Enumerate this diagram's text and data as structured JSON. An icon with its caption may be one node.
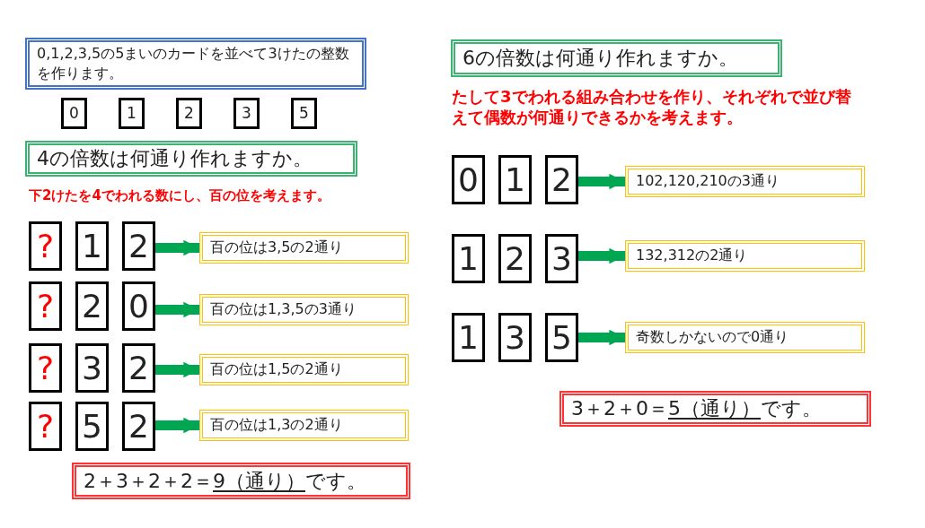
{
  "diagram": {
    "nodes": [
      {
        "text": [
          "0,1,2,3,5の5まいのカードを並べて3けたの整数を作ります。"
        ]
      },
      {
        "text": [
          "0"
        ]
      },
      {
        "text": [
          "1"
        ]
      },
      {
        "text": [
          "2"
        ]
      },
      {
        "text": [
          "3"
        ]
      },
      {
        "text": [
          "5"
        ]
      },
      {
        "text": [
          "4の倍数は何通り作れますか。"
        ]
      },
      {
        "text": [
          "?"
        ]
      },
      {
        "text": [
          "1"
        ]
      },
      {
        "text": [
          "2"
        ]
      },
      {
        "text": [
          "百の位は3,5の2通り"
        ]
      },
      {
        "text": [
          "?"
        ]
      },
      {
        "text": [
          "2"
        ]
      },
      {
        "text": [
          "0"
        ]
      },
      {
        "text": [
          "百の位は1,3,5の3通り"
        ]
      },
      {
        "text": [
          "?"
        ]
      },
      {
        "text": [
          "3"
        ]
      },
      {
        "text": [
          "2"
        ]
      },
      {
        "text": [
          "百の位は1,5の2通り"
        ]
      },
      {
        "text": [
          "?"
        ]
      },
      {
        "text": [
          "5"
        ]
      },
      {
        "text": [
          "2"
        ]
      },
      {
        "text": [
          "百の位は1,3の2通り"
        ]
      },
      {
        "text": [
          "2＋3＋2＋2＝9（通り）です。"
        ]
      },
      {
        "text": [
          "6の倍数は何通り作れますか。"
        ]
      },
      {
        "text": [
          "0"
        ]
      },
      {
        "text": [
          "1"
        ]
      },
      {
        "text": [
          "2"
        ]
      },
      {
        "text": [
          "102,120,210の3通り"
        ]
      },
      {
        "text": [
          "1"
        ]
      },
      {
        "text": [
          "2"
        ]
      },
      {
        "text": [
          "3"
        ]
      },
      {
        "text": [
          "132,312の2通り"
        ]
      },
      {
        "text": [
          "1"
        ]
      },
      {
        "text": [
          "3"
        ]
      },
      {
        "text": [
          "5"
        ]
      },
      {
        "text": [
          "奇数しかないので0通り"
        ]
      },
      {
        "text": [
          "3＋2＋0＝5（通り）です。"
        ]
      }
    ],
    "edges": [
      {
        "from": 9,
        "to": 10,
        "arrow": "to"
      },
      {
        "from": 13,
        "to": 14,
        "arrow": "to"
      },
      {
        "from": 17,
        "to": 18,
        "arrow": "to"
      },
      {
        "from": 21,
        "to": 22,
        "arrow": "to"
      },
      {
        "from": 27,
        "to": 28,
        "arrow": "to"
      },
      {
        "from": 31,
        "to": 32,
        "arrow": "to"
      },
      {
        "from": 35,
        "to": 36,
        "arrow": "to"
      }
    ],
    "labels": [
      "下2けたを4でわれる数にし、百の位を考えます。",
      "たして3でわれる組み合わせを作り、それぞれで並び替えて偶数が何通りできるかを考えます。"
    ]
  }
}
